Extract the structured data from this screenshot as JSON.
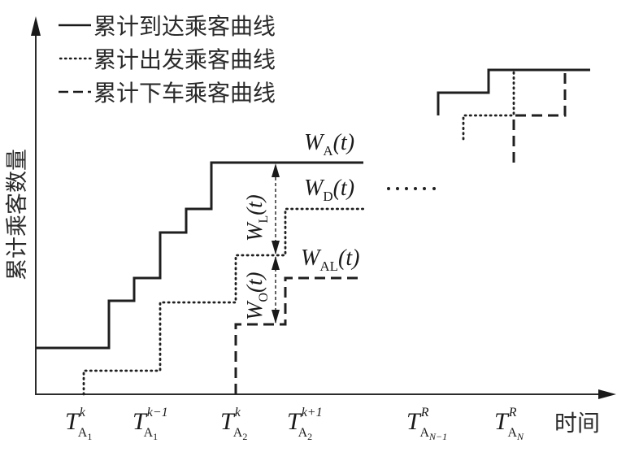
{
  "figure": {
    "y_axis_label": "累计乘客数量",
    "x_axis_label": "时间",
    "stroke_color": "#2b2b2b"
  },
  "legend": {
    "items": [
      {
        "style": "solid",
        "label": "累计到达乘客曲线"
      },
      {
        "style": "dotted",
        "label": "累计出发乘客曲线"
      },
      {
        "style": "dashed",
        "label": "累计下车乘客曲线"
      }
    ]
  },
  "curve_labels": {
    "arrival": {
      "main": "W",
      "sub": "A",
      "arg": "(t)"
    },
    "departure": {
      "main": "W",
      "sub": "D",
      "arg": "(t)"
    },
    "alighting": {
      "main": "W",
      "sub": "AL",
      "arg": "(t)"
    },
    "waiting_left": {
      "main": "W",
      "sub": "L",
      "arg": "(t)"
    },
    "onboard": {
      "main": "W",
      "sub": "O",
      "arg": "(t)"
    }
  },
  "ellipsis": "……",
  "x_ticks": [
    {
      "main": "T",
      "sup": "k",
      "sub": "A",
      "subsub": "1"
    },
    {
      "main": "T",
      "sup": "k−1",
      "sub": "A",
      "subsub": "1"
    },
    {
      "main": "T",
      "sup": "k",
      "sub": "A",
      "subsub": "2"
    },
    {
      "main": "T",
      "sup": "k+1",
      "sub": "A",
      "subsub": "2"
    },
    {
      "main": "T",
      "sup": "R",
      "sub": "A",
      "subsub": "N−1"
    },
    {
      "main": "T",
      "sup": "R",
      "sub": "A",
      "subsub": "N"
    }
  ]
}
